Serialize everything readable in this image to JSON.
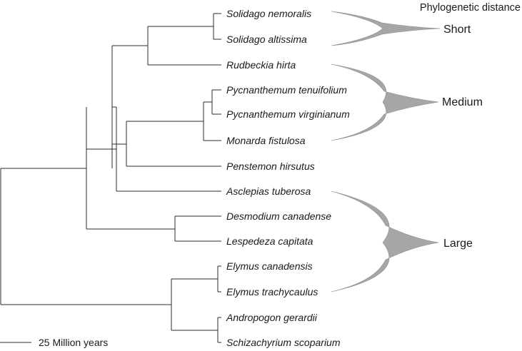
{
  "tree": {
    "taxa": [
      "Solidago nemoralis",
      "Solidago altissima",
      "Rudbeckia hirta",
      "Pycnanthemum tenuifolium",
      "Pycnanthemum virginianum",
      "Monarda fistulosa",
      "Penstemon hirsutus",
      "Asclepias tuberosa",
      "Desmodium canadense",
      "Lespedeza capitata",
      "Elymus canadensis",
      "Elymus trachycaulus",
      "Andropogon gerardii",
      "Schizachyrium scoparium"
    ]
  },
  "legend": {
    "title": "Phylogenetic distance",
    "short": "Short",
    "medium": "Medium",
    "large": "Large"
  },
  "scale_bar": {
    "label": "25 Million years"
  },
  "colors": {
    "branch": "#2b2b2b",
    "fan": "#a6a6a6"
  }
}
